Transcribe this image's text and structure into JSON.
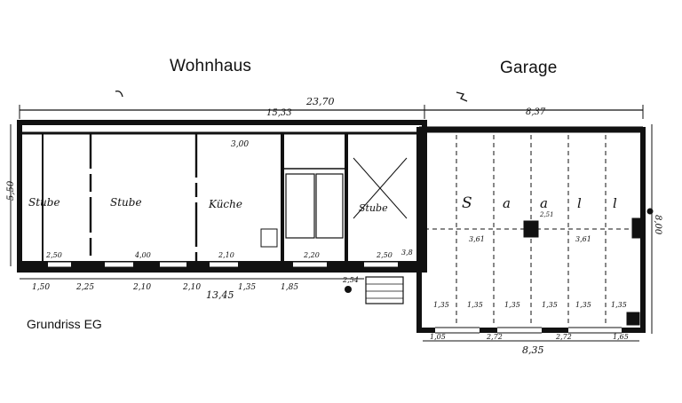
{
  "titles": {
    "house": "Wohnhaus",
    "garage": "Garage"
  },
  "caption": "Grundriss EG",
  "rooms": {
    "stube1": "Stube",
    "stube2": "Stube",
    "kueche": "Küche",
    "stube3": "Stube",
    "saal": [
      "S",
      "a",
      "a",
      "l",
      "l"
    ]
  },
  "dimensions": {
    "top_total": "23,70",
    "top_left": "15,33",
    "top_garage": "8,37",
    "left_side": "5,50",
    "right_side": "8,00",
    "bottom_house": "13,45",
    "bottom_garage": "8,35",
    "bottom_house_segments": [
      "1,50",
      "2,25",
      "2,10",
      "2,10",
      "1,35",
      "1,85"
    ],
    "bottom_windows": [
      "2,50",
      "4,00",
      "2,10",
      "2,20",
      "2,50"
    ],
    "bottom_garage_segments": [
      "1,05",
      "2,72",
      "2,72",
      "1,65"
    ],
    "garage_spans": [
      "1,35",
      "1,35",
      "1,35",
      "1,35",
      "1,35",
      "1,35"
    ],
    "garage_mid": [
      "3,61",
      "3,61"
    ],
    "top_room": "3,00",
    "stair_small": [
      "2,51",
      "2,54"
    ],
    "side_small": [
      "3,8"
    ]
  },
  "colors": {
    "ink": "#111111",
    "paper": "#ffffff"
  }
}
